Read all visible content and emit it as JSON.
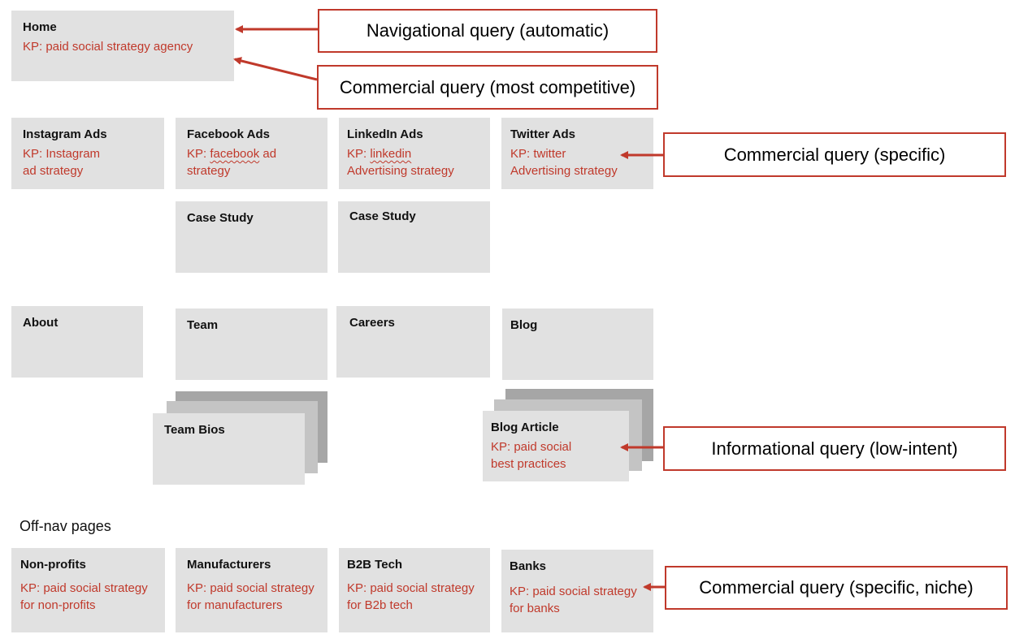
{
  "boxes": {
    "home": {
      "title": "Home",
      "kp": "KP: paid social strategy agency"
    },
    "instagram": {
      "title": "Instagram Ads",
      "kp": "KP: Instagram\nad strategy"
    },
    "facebook": {
      "title": "Facebook Ads",
      "kp_prefix": "KP: ",
      "kp_word": "facebook",
      "kp_rest": " ad\nstrategy"
    },
    "linkedin": {
      "title": "LinkedIn Ads",
      "kp_prefix": "KP: ",
      "kp_word": "linkedin",
      "kp_rest": "\nAdvertising strategy"
    },
    "twitter": {
      "title": "Twitter Ads",
      "kp": "KP: twitter\nAdvertising strategy"
    },
    "case1": {
      "title": "Case Study"
    },
    "case2": {
      "title": "Case Study"
    },
    "about": {
      "title": "About"
    },
    "team": {
      "title": "Team"
    },
    "careers": {
      "title": "Careers"
    },
    "blog": {
      "title": "Blog"
    },
    "teambios": {
      "title": "Team Bios"
    },
    "blogarticle": {
      "title": "Blog Article",
      "kp": "KP: paid social\nbest practices"
    },
    "nonprofits": {
      "title": "Non-profits",
      "kp": "KP: paid social strategy\nfor non-profits"
    },
    "manufacturers": {
      "title": "Manufacturers",
      "kp": "KP: paid social strategy\nfor manufacturers"
    },
    "b2b": {
      "title": "B2B Tech",
      "kp": "KP: paid social strategy\nfor  B2b tech"
    },
    "banks": {
      "title": "Banks",
      "kp": "KP: paid social strategy\nfor banks"
    }
  },
  "offnav_heading": "Off-nav pages",
  "callouts": {
    "navigational": "Navigational query (automatic)",
    "commercial_competitive": "Commercial query (most competitive)",
    "commercial_specific": "Commercial query (specific)",
    "informational": "Informational query (low-intent)",
    "commercial_niche": "Commercial query (specific, niche)"
  },
  "colors": {
    "accent": "#c0392b",
    "box": "#e1e1e1",
    "stack_back": "#a6a6a6",
    "stack_mid": "#c4c4c4"
  }
}
